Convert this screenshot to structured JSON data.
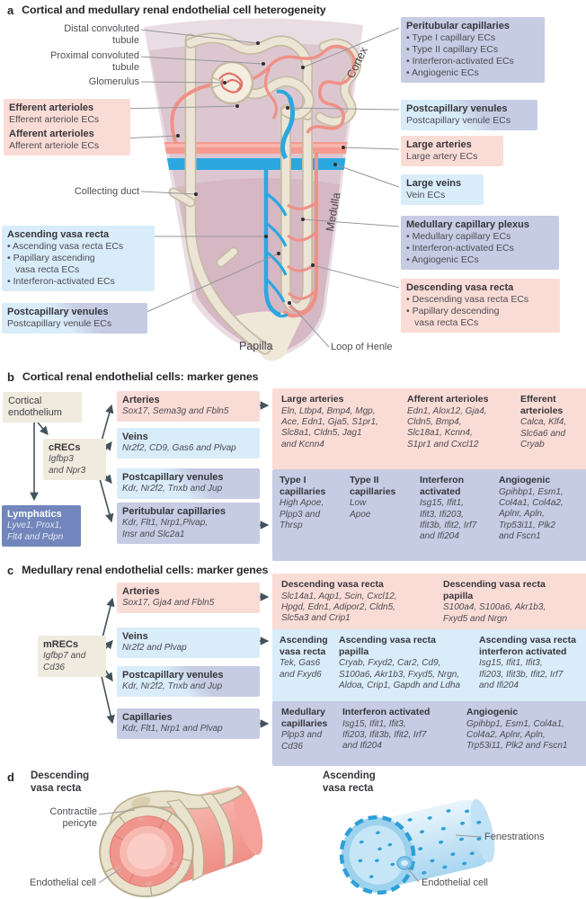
{
  "colors": {
    "pink_box": "#fadcd6",
    "blue_box": "#d9ecf9",
    "periwinkle_box": "#c5cce3",
    "lymphatics_box": "#7286bd",
    "beige_box": "#f0ebdf",
    "artery": "#f59a90",
    "vein": "#2ba7e0",
    "tubule": "#ece5d6",
    "cortex_bg": "#dcc7d1",
    "medulla_bg": "#d6b7c4"
  },
  "a": {
    "panel_label": "a",
    "title": "Cortical and medullary renal endothelial cell heterogeneity",
    "anatomy": {
      "distal": "Distal convoluted\ntubule",
      "proximal": "Proximal convoluted\ntubule",
      "glomerulus": "Glomerulus",
      "collecting_duct": "Collecting duct",
      "loop_of_henle": "Loop of Henle",
      "cortex": "Cortex",
      "medulla": "Medulla",
      "papilla": "Papilla"
    },
    "efferent_title": "Efferent arterioles",
    "efferent_sub": "Efferent arteriole ECs",
    "afferent_title": "Afferent arterioles",
    "afferent_sub": "Afferent arteriole ECs",
    "ascending": {
      "title": "Ascending vasa recta",
      "items": [
        "• Ascending vasa recta ECs",
        "• Papillary ascending\nvasa recta ECs",
        "• Interferon-activated ECs"
      ]
    },
    "postcap_left": {
      "title": "Postcapillary venules",
      "sub": "Postcapillary venule ECs"
    },
    "peritubular": {
      "title": "Peritubular capillaries",
      "items": [
        "• Type I capillary ECs",
        "• Type II capillary ECs",
        "• Interferon-activated ECs",
        "• Angiogenic ECs"
      ]
    },
    "postcap_right": {
      "title": "Postcapillary venules",
      "sub": "Postcapillary venule ECs"
    },
    "large_arteries": {
      "title": "Large arteries",
      "sub": "Large artery ECs"
    },
    "large_veins": {
      "title": "Large veins",
      "sub": "Vein ECs"
    },
    "medullary_plexus": {
      "title": "Medullary capillary plexus",
      "items": [
        "• Medullary capillary ECs",
        "• Interferon-activated ECs",
        "• Angiogenic ECs"
      ]
    },
    "descending": {
      "title": "Descending vasa recta",
      "items": [
        "• Descending vasa recta ECs",
        "• Papillary descending\nvasa recta ECs"
      ]
    }
  },
  "b": {
    "panel_label": "b",
    "title": "Cortical renal endothelial cells: marker genes",
    "root": "Cortical\nendothelium",
    "crecs_title": "cRECs",
    "crecs_genes": "Igfbp3\nand Npr3",
    "lymphatics_title": "Lymphatics",
    "lymphatics_genes": "Lyve1, Prox1,\nFlt4 and Pdpn",
    "mid": [
      {
        "title": "Arteries",
        "genes": "Sox17, Sema3g and Fbln5"
      },
      {
        "title": "Veins",
        "genes": "Nr2f2, CD9, Gas6 and Plvap"
      },
      {
        "title": "Postcapillary venules",
        "genes": "Kdr, Nr2f2, Tnxb and Jup"
      },
      {
        "title": "Peritubular capillaries",
        "genes": "Kdr, Flt1, Nrp1,Plvap,\nInsr and Slc2a1"
      }
    ],
    "arterial": [
      {
        "title": "Large arteries",
        "genes": "Eln, Ltbp4, Bmp4, Mgp,\nAce, Edn1, Gja5, S1pr1,\nSlc8a1, Cldn5, Jag1\nand Kcnn4"
      },
      {
        "title": "Afferent arterioles",
        "genes": "Edn1, Alox12, Gja4,\nCldn5, Bmp4,\nSlc18a1, Kcnn4,\nS1pr1 and Cxcl12"
      },
      {
        "title": "Efferent\narterioles",
        "genes": "Calca, Klf4,\nSlc6a6 and\nCryab"
      }
    ],
    "capillary": [
      {
        "title": "Type I\ncapillaries",
        "genes": "High Apoe,\nPlpp3 and\nThrsp"
      },
      {
        "title": "Type II\ncapillaries",
        "genes": "Low\nApoe"
      },
      {
        "title": "Interferon\nactivated",
        "genes": "Isg15, Ifit1,\nIfit3, Ifi203,\nIfit3b, Ifit2, Irf7\nand Ifi204"
      },
      {
        "title": "Angiogenic",
        "genes": "Gpihbp1, Esm1,\nCol4a1, Col4a2,\nAplnr, Apln,\nTrp53i11, Plk2\nand Fscn1"
      }
    ]
  },
  "c": {
    "panel_label": "c",
    "title": "Medullary renal endothelial cells: marker genes",
    "mrecs_title": "mRECs",
    "mrecs_genes": "Igfbp7 and\nCd36",
    "mid": [
      {
        "title": "Arteries",
        "genes": "Sox17, Gja4 and Fbln5"
      },
      {
        "title": "Veins",
        "genes": "Nr2f2 and Plvap"
      },
      {
        "title": "Postcapillary venules",
        "genes": "Kdr, Nr2f2, Tnxb and Jup"
      },
      {
        "title": "Capillaries",
        "genes": "Kdr, Flt1, Nrp1 and Plvap"
      }
    ],
    "descending": [
      {
        "title": "Descending vasa recta",
        "genes": "Slc14a1, Aqp1, Scin, Cxcl12,\nHpgd, Edn1, Adipor2, Cldn5,\nSlc5a3 and Crip1"
      },
      {
        "title": "Descending vasa recta\npapilla",
        "genes": "S100a4, S100a6, Akr1b3,\nFxyd5 and Nrgn"
      }
    ],
    "ascending": [
      {
        "title": "Ascending\nvasa recta",
        "genes": "Tek, Gas6\nand Fxyd6"
      },
      {
        "title": "Ascending vasa recta\npapilla",
        "genes": "Cryab, Fxyd2, Car2, Cd9,\nS100a6, Akr1b3, Fxyd5, Nrgn,\nAldoa, Crip1, Gapdh and Ldha"
      },
      {
        "title": "Ascending vasa recta\ninterferon activated",
        "genes": "Isg15, Ifit1, Ifit3,\nIfi203, Ifit3b, Ifit2, Irf7\nand Ifi204"
      }
    ],
    "capillary": [
      {
        "title": "Medullary\ncapillaries",
        "genes": "Plpp3 and\nCd36"
      },
      {
        "title": "Interferon activated",
        "genes": "Isg15, Ifit1, Ifit3,\nIfi203, Ifit3b, Ifit2, Irf7\nand Ifi204"
      },
      {
        "title": "Angiogenic",
        "genes": "Gpihbp1, Esm1, Col4a1,\nCol4a2, Aplnr, Apln,\nTrp53i11, Plk2 and Fscn1"
      }
    ]
  },
  "d": {
    "panel_label": "d",
    "descending_title": "Descending\nvasa recta",
    "ascending_title": "Ascending\nvasa recta",
    "contractile_pericyte": "Contractile\npericyte",
    "endothelial_left": "Endothelial cell",
    "fenestrations": "Fenestrations",
    "endothelial_right": "Endothelial cell"
  }
}
